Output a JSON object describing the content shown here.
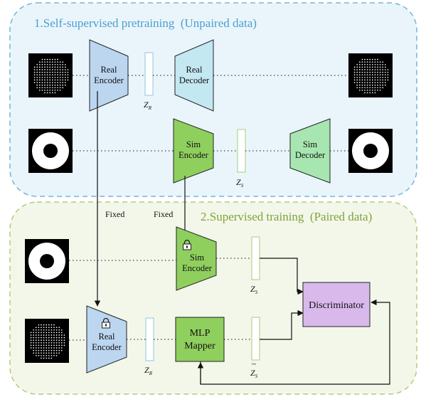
{
  "colors": {
    "section1_fill": "#eaf5fb",
    "section1_border": "#6fb6da",
    "section1_title": "#4a9fd0",
    "section2_fill": "#f3f7ea",
    "section2_border": "#b5cc7a",
    "section2_title": "#7fa33a",
    "real_encoder": "#bcd6f0",
    "real_decoder": "#c4e8f2",
    "sim_encoder": "#8fcf5e",
    "sim_decoder": "#a7e6b0",
    "mlp_mapper": "#8fcf5e",
    "discriminator": "#d9b9ec"
  },
  "section1": {
    "title": "1.Self-supervised pretraining  (Unpaired data)"
  },
  "section2": {
    "title": "2.Supervised training  (Paired data)"
  },
  "fixed_labels": {
    "left": "Fixed",
    "right": "Fixed"
  },
  "blocks": {
    "real_encoder_top": [
      "Real",
      "Encoder"
    ],
    "real_decoder": [
      "Real",
      "Decoder"
    ],
    "sim_encoder_top": [
      "Sim",
      "Encoder"
    ],
    "sim_decoder": [
      "Sim",
      "Decoder"
    ],
    "sim_encoder_bottom": [
      "Sim",
      "Encoder"
    ],
    "real_encoder_bottom": [
      "Real",
      "Encoder"
    ],
    "mlp_mapper": [
      "MLP",
      "Mapper"
    ],
    "discriminator": "Discriminator"
  },
  "latents": {
    "zr_top": {
      "base": "Z",
      "sub": "R"
    },
    "zs_top": {
      "base": "Z",
      "sub": "S"
    },
    "zs_mid": {
      "base": "Z",
      "sub": "S"
    },
    "zr_bottom": {
      "base": "Z",
      "sub": "R"
    },
    "zs_tilde": {
      "base": "Z",
      "sub": "S",
      "accent": "~"
    }
  },
  "icons": [
    "speckle-pattern-image",
    "ring-pattern-image",
    "lock-icon"
  ]
}
